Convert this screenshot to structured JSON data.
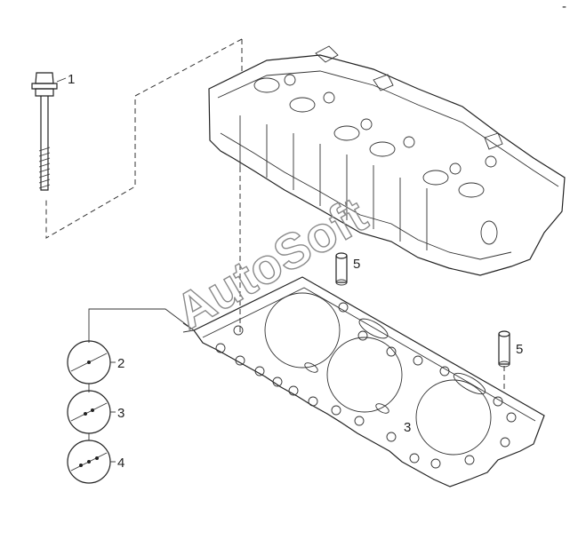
{
  "callouts": {
    "c1": "1",
    "c2": "2",
    "c3": "3",
    "c4": "4",
    "c5a": "5",
    "c5b": "5",
    "cyl": "3"
  },
  "watermark": "AutoSoft",
  "corner_mark": "-"
}
